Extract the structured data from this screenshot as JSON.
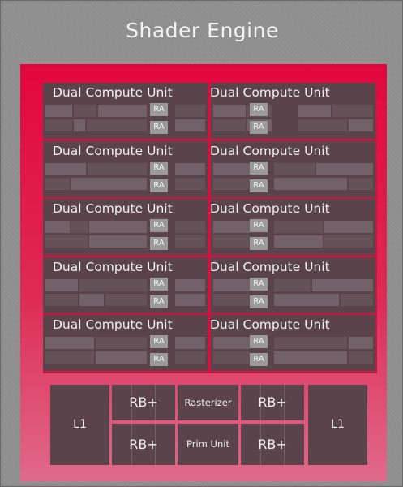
{
  "title": "Shader Engine",
  "compute_units": [
    {
      "label": "Dual Compute Unit",
      "ra": [
        "RA",
        "RA"
      ]
    },
    {
      "label": "Dual Compute Unit",
      "ra": [
        "RA",
        "RA"
      ]
    },
    {
      "label": "Dual Compute Unit",
      "ra": [
        "RA",
        "RA"
      ]
    },
    {
      "label": "Dual Compute Unit",
      "ra": [
        "RA",
        "RA"
      ]
    },
    {
      "label": "Dual Compute Unit",
      "ra": [
        "RA",
        "RA"
      ]
    },
    {
      "label": "Dual Compute Unit",
      "ra": [
        "RA",
        "RA"
      ]
    },
    {
      "label": "Dual Compute Unit",
      "ra": [
        "RA",
        "RA"
      ]
    },
    {
      "label": "Dual Compute Unit",
      "ra": [
        "RA",
        "RA"
      ]
    },
    {
      "label": "Dual Compute Unit",
      "ra": [
        "RA",
        "RA"
      ]
    },
    {
      "label": "Dual Compute Unit",
      "ra": [
        "RA",
        "RA"
      ]
    }
  ],
  "bottom": {
    "l1_left": "L1",
    "l1_right": "L1",
    "rb_top_left": "RB+",
    "rb_top_right": "RB+",
    "rb_bottom_left": "RB+",
    "rb_bottom_right": "RB+",
    "rasterizer": "Rasterizer",
    "prim_unit": "Prim Unit"
  },
  "colors": {
    "background": "#8e8e8e",
    "engine_red": "#e3073f",
    "block": "#5a434a",
    "ra_block": "#9a9a9a"
  }
}
